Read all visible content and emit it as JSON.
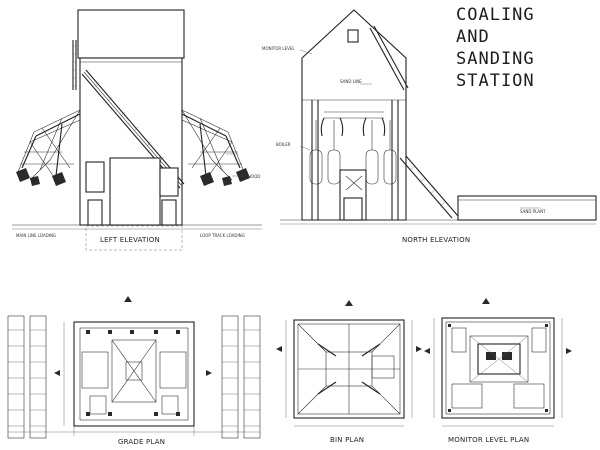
{
  "sheet": {
    "title_lines": [
      "COALING",
      "AND",
      "SANDING",
      "STATION"
    ]
  },
  "captions": {
    "left_elevation": "LEFT ELEVATION",
    "north_elevation": "NORTH ELEVATION",
    "grade_plan": "GRADE PLAN",
    "bin_plan": "BIN PLAN",
    "monitor_level_plan": "MONITOR LEVEL PLAN"
  },
  "notes": {
    "main_line_loading": "MAIN LINE LOADING",
    "loop_track_loading": "LOOP TRACK LOADING",
    "monitor_level": "MONITOR LEVEL",
    "sand_line": "SAND LINE",
    "sand_plant": "SAND PLANT",
    "boiler": "BOILER",
    "hood": "HOOD"
  }
}
